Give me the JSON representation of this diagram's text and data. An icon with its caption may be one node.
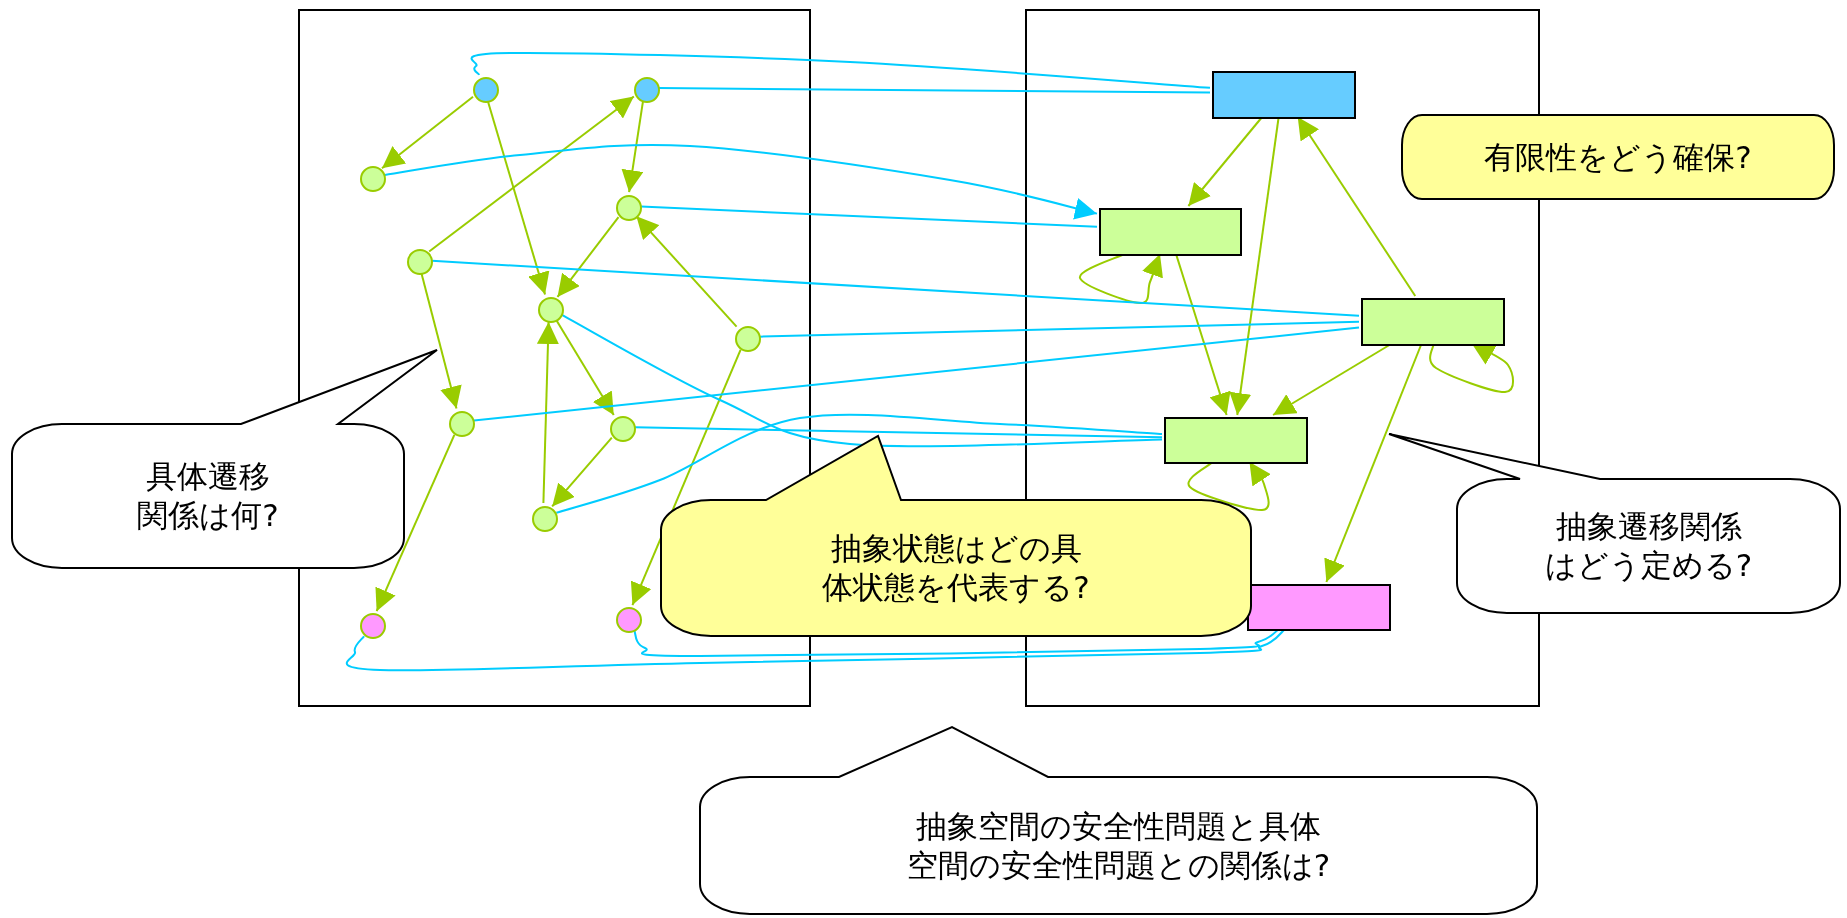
{
  "diagram": {
    "nodes": [
      {
        "text": [],
        "shape": "box"
      },
      {
        "text": [],
        "shape": "box"
      },
      {
        "text": [],
        "shape": "circle",
        "in": 0
      },
      {
        "text": [],
        "shape": "circle",
        "in": 0
      },
      {
        "text": [],
        "shape": "circle",
        "in": 0
      },
      {
        "text": [],
        "shape": "circle",
        "in": 0
      },
      {
        "text": [],
        "shape": "circle",
        "in": 0
      },
      {
        "text": [],
        "shape": "circle",
        "in": 0
      },
      {
        "text": [],
        "shape": "circle",
        "in": 0
      },
      {
        "text": [],
        "shape": "circle",
        "in": 0
      },
      {
        "text": [],
        "shape": "circle",
        "in": 0
      },
      {
        "text": [],
        "shape": "circle",
        "in": 0
      },
      {
        "text": [],
        "shape": "circle",
        "in": 0
      },
      {
        "text": [],
        "shape": "circle",
        "in": 0
      },
      {
        "text": [],
        "shape": "box",
        "in": 1
      },
      {
        "text": [],
        "shape": "box",
        "in": 1
      },
      {
        "text": [],
        "shape": "box",
        "in": 1
      },
      {
        "text": [],
        "shape": "box",
        "in": 1
      },
      {
        "text": [],
        "shape": "box",
        "in": 1
      },
      {
        "text": [
          "有限性をどう確保?"
        ]
      },
      {
        "text": [
          "具体遷移関係は何?"
        ]
      },
      {
        "text": [
          "抽象状態はどの具体状態を代表する?"
        ]
      },
      {
        "text": [
          "抽象遷移関係はどう定める?"
        ]
      },
      {
        "text": [
          "抽象空間の安全性問題と具体空間の安全性問題との関係は?"
        ]
      }
    ],
    "edges": [
      {
        "from": 2,
        "to": 4,
        "arrow": "to"
      },
      {
        "from": 2,
        "to": 7,
        "arrow": "to"
      },
      {
        "from": 6,
        "to": 3,
        "arrow": "to"
      },
      {
        "from": 3,
        "to": 5,
        "arrow": "to"
      },
      {
        "from": 5,
        "to": 7,
        "arrow": "to"
      },
      {
        "from": 8,
        "to": 5,
        "arrow": "to"
      },
      {
        "from": 6,
        "to": 9,
        "arrow": "to"
      },
      {
        "from": 7,
        "to": 10,
        "arrow": "to"
      },
      {
        "from": 11,
        "to": 7,
        "arrow": "to"
      },
      {
        "from": 10,
        "to": 11,
        "arrow": "to"
      },
      {
        "from": 9,
        "to": 12,
        "arrow": "to"
      },
      {
        "from": 8,
        "to": 13,
        "arrow": "to"
      },
      {
        "from": 14,
        "to": 15,
        "arrow": "to"
      },
      {
        "from": 14,
        "to": 17,
        "arrow": "to"
      },
      {
        "from": 16,
        "to": 14,
        "arrow": "to"
      },
      {
        "from": 15,
        "to": 15,
        "arrow": "to"
      },
      {
        "from": 15,
        "to": 17,
        "arrow": "to"
      },
      {
        "from": 16,
        "to": 17,
        "arrow": "to"
      },
      {
        "from": 16,
        "to": 16,
        "arrow": "to"
      },
      {
        "from": 16,
        "to": 18,
        "arrow": "to"
      },
      {
        "from": 17,
        "to": 17,
        "arrow": "to"
      },
      {
        "from": 2,
        "to": 14,
        "arrow": "none",
        "color": "#00ccff"
      },
      {
        "from": 3,
        "to": 14,
        "arrow": "none",
        "color": "#00ccff"
      },
      {
        "from": 4,
        "to": 15,
        "arrow": "to",
        "color": "#00ccff"
      },
      {
        "from": 5,
        "to": 15,
        "arrow": "none",
        "color": "#00ccff"
      },
      {
        "from": 6,
        "to": 16,
        "arrow": "none",
        "color": "#00ccff"
      },
      {
        "from": 8,
        "to": 16,
        "arrow": "none",
        "color": "#00ccff"
      },
      {
        "from": 9,
        "to": 16,
        "arrow": "none",
        "color": "#00ccff"
      },
      {
        "from": 7,
        "to": 17,
        "arrow": "none",
        "color": "#00ccff"
      },
      {
        "from": 10,
        "to": 17,
        "arrow": "none",
        "color": "#00ccff"
      },
      {
        "from": 11,
        "to": 17,
        "arrow": "none",
        "color": "#00ccff"
      },
      {
        "from": 12,
        "to": 18,
        "arrow": "none",
        "color": "#00ccff"
      },
      {
        "from": 13,
        "to": 18,
        "arrow": "none",
        "color": "#00ccff"
      }
    ]
  }
}
